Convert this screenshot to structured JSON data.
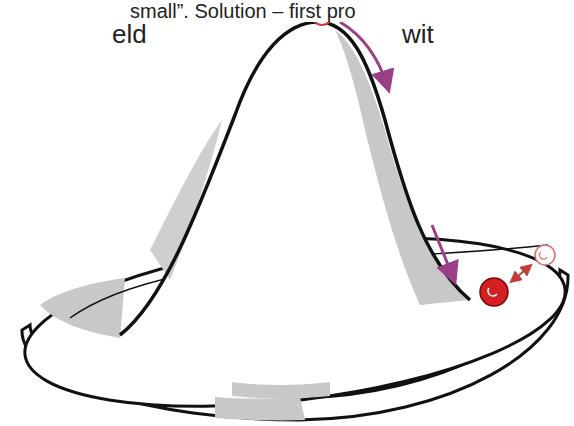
{
  "diagram": {
    "labels": [
      "small”. Solution – first pro",
      "eld",
      "wit"
    ]
  }
}
